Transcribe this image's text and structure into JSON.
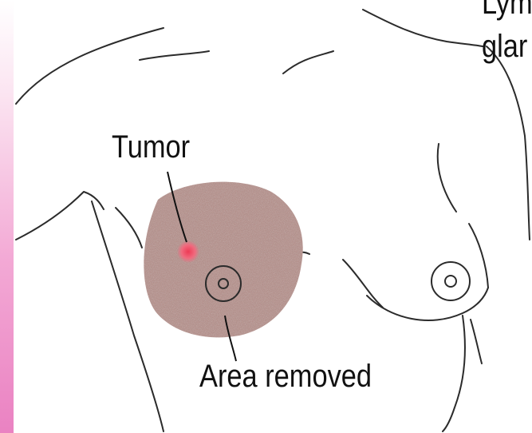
{
  "labels": {
    "tumor": "Tumor",
    "area_removed": "Area removed",
    "lymph_line1": "Lym",
    "lymph_line2": "glar"
  },
  "colors": {
    "removed_area": "#b58a84",
    "tumor": "#ee3a55",
    "outline": "#2b2b2b",
    "side_bar": "#ea82c2"
  }
}
